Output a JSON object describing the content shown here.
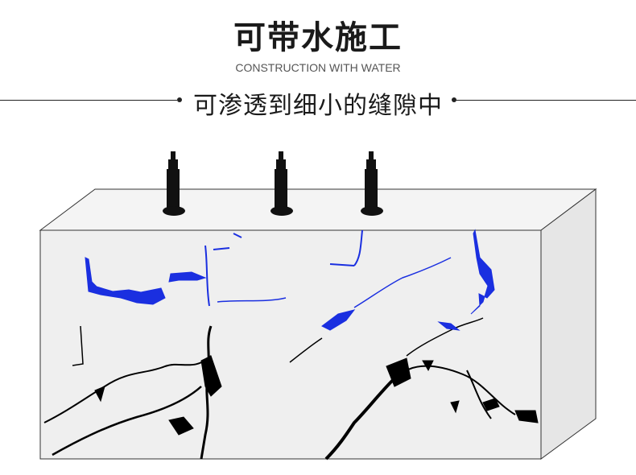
{
  "header": {
    "title": "可带水施工",
    "subtitle": "CONSTRUCTION WITH WATER",
    "tagline": "可渗透到细小的缝隙中"
  },
  "colors": {
    "water": "#1a2fe0",
    "crack": "#000000",
    "block_front": "#efefef",
    "block_top": "#f4f4f4",
    "block_side": "#e8e8e8",
    "outline": "#333333"
  },
  "illustration": {
    "injector_count": 3,
    "injector_icon": "injection-packer-icon"
  }
}
